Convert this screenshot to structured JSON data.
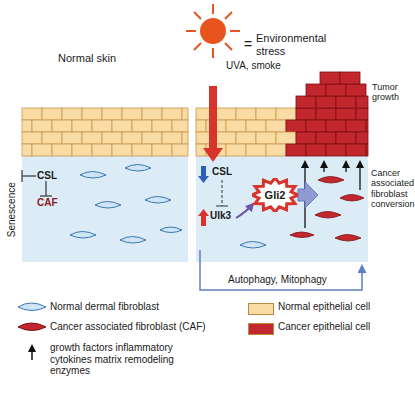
{
  "diagram": {
    "nodes": [
      {
        "text": [
          "Gli2"
        ]
      }
    ],
    "labels": [
      "Normal skin",
      "UVA, smoke",
      "=",
      "Environmental stress",
      "Senescence",
      "CSL",
      "CAF",
      "CSL",
      "Ulk3",
      "Tumor growth",
      "Cancer associated fibroblast conversion",
      "Autophagy, Mitophagy"
    ],
    "legend": [
      {
        "text": "Normal dermal fibroblast"
      },
      {
        "text": "Normal epithelial cell",
        "color": "#f9dca4"
      },
      {
        "text": "Cancer associated fibroblast (CAF)"
      },
      {
        "text": "Cancer epithelial cell",
        "color": "#c1272d"
      },
      {
        "text": "growth factors inflammatory cytokines matrix remodeling enzymes"
      }
    ]
  }
}
